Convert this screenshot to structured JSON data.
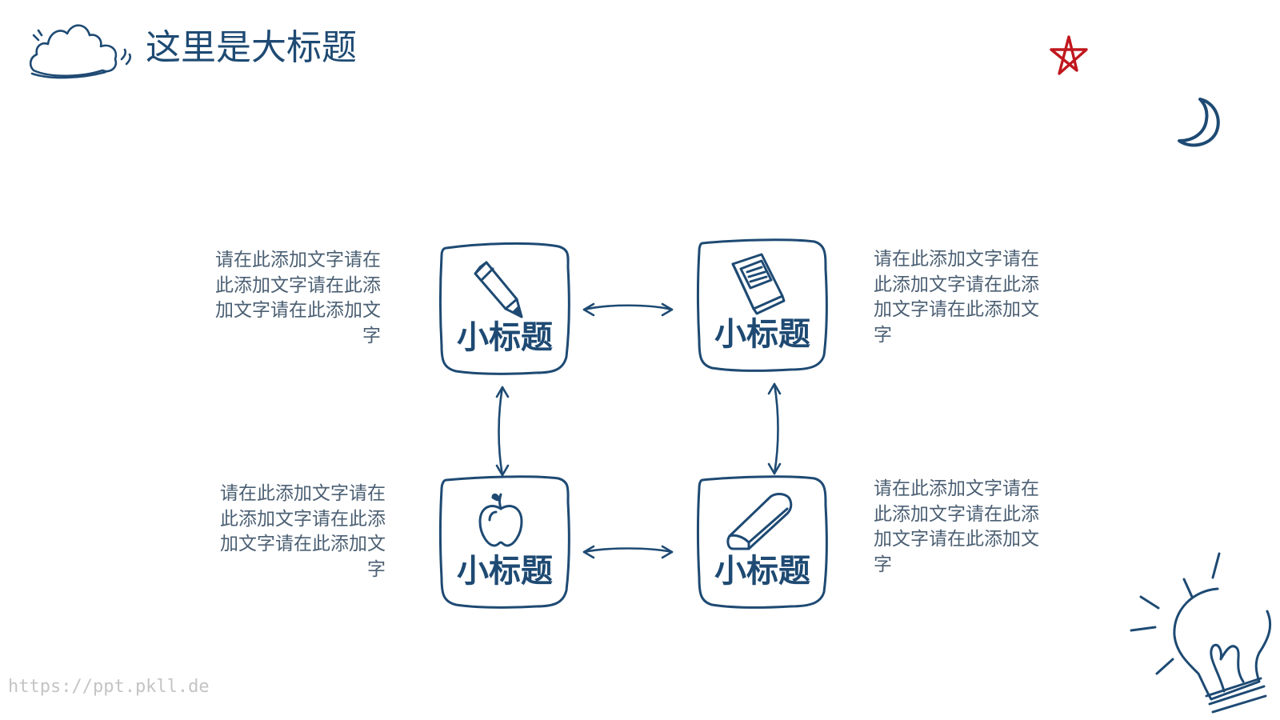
{
  "slide": {
    "title": "这里是大标题",
    "colors": {
      "ink": "#1e4a73",
      "text": "#4b5f73",
      "star": "#c0171d",
      "watermark": "#c4c4c4"
    }
  },
  "blocks": [
    {
      "title": "小标题",
      "icon": "pencil-icon",
      "description": "请在此添加文字请在此添加文字请在此添加文字请在此添加文字"
    },
    {
      "title": "小标题",
      "icon": "book-icon",
      "description": "请在此添加文字请在此添加文字请在此添加文字请在此添加文字"
    },
    {
      "title": "小标题",
      "icon": "apple-icon",
      "description": "请在此添加文字请在此添加文字请在此添加文字请在此添加文字"
    },
    {
      "title": "小标题",
      "icon": "eraser-icon",
      "description": "请在此添加文字请在此添加文字请在此添加文字请在此添加文字"
    }
  ],
  "decorations": [
    "cloud-icon",
    "star-icon",
    "moon-icon",
    "lightbulb-icon"
  ],
  "watermark": "https://ppt.pkll.de"
}
